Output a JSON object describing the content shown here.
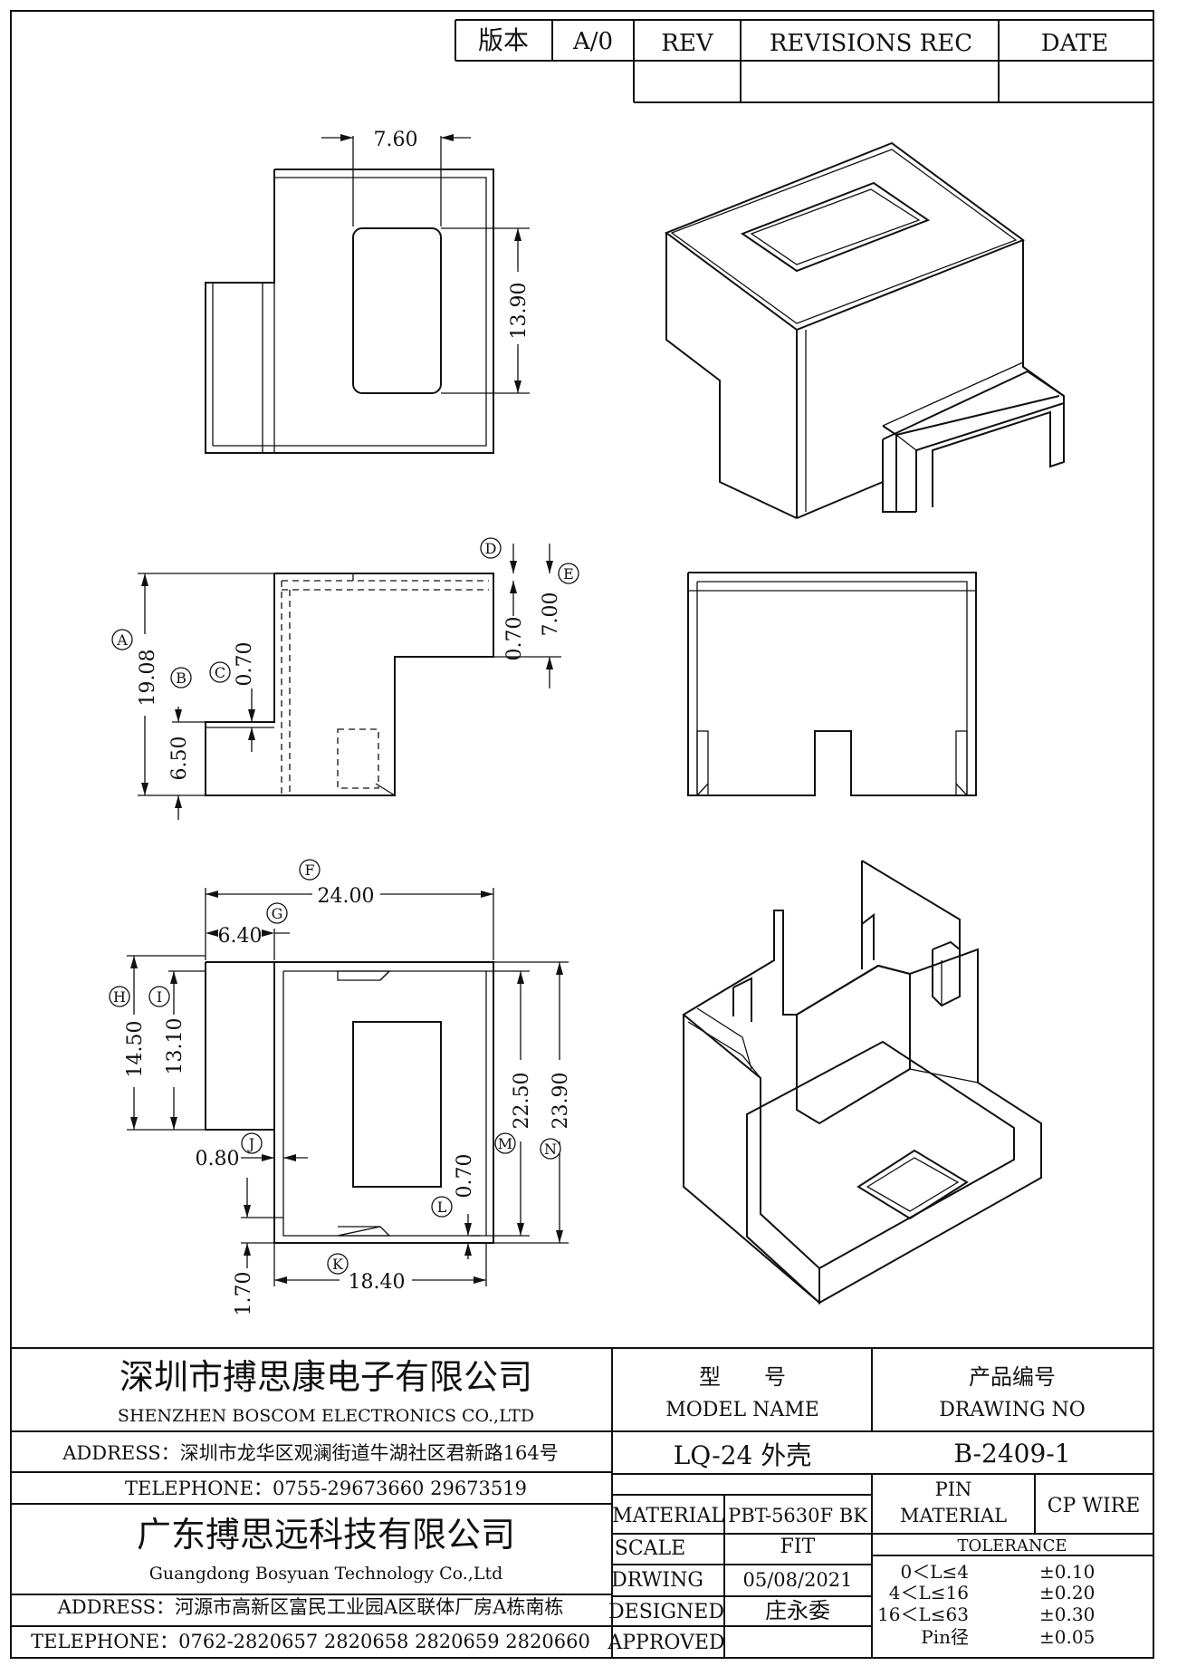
{
  "revision_table": {
    "version_label": "版本",
    "version_value": "A/0",
    "rev_header": "REV",
    "revisions_header": "REVISIONS REC",
    "date_header": "DATE"
  },
  "dimensions": {
    "top_width": "7.60",
    "window_height": "13.90",
    "overall_height": "19.08",
    "step_height": "6.50",
    "wall_c": "0.70",
    "wall_d": "0.70",
    "upper_depth": "7.00",
    "overall_width": "24.00",
    "offset_g": "6.40",
    "height_h": "14.50",
    "height_i": "13.10",
    "gap_j": "0.80",
    "bottom_width": "18.40",
    "offset_bottom": "1.70",
    "wall_l": "0.70",
    "inner_m": "22.50",
    "outer_n": "23.90"
  },
  "callouts": {
    "a": "A",
    "b": "B",
    "c": "C",
    "d": "D",
    "e": "E",
    "f": "F",
    "g": "G",
    "h": "H",
    "i": "I",
    "j": "J",
    "k": "K",
    "l": "L",
    "m": "M",
    "n": "N"
  },
  "title_block": {
    "company1_cn": "深圳市搏思康电子有限公司",
    "company1_en": "SHENZHEN BOSCOM ELECTRONICS CO.,LTD",
    "address1": "ADDRESS：深圳市龙华区观澜街道牛湖社区君新路164号",
    "telephone1": "TELEPHONE：0755-29673660 29673519",
    "company2_cn": "广东搏思远科技有限公司",
    "company2_en": "Guangdong Bosyuan Technology Co.,Ltd",
    "address2": "ADDRESS：河源市高新区富民工业园A区联体厂房A栋南栋",
    "telephone2": "TELEPHONE：0762-2820657 2820658 2820659 2820660",
    "model_label_cn": "型　　号",
    "model_label_en": "MODEL NAME",
    "drawing_no_label_cn": "产品编号",
    "drawing_no_label_en": "DRAWING NO",
    "model_value": "LQ-24 外壳",
    "drawing_no_value": "B-2409-1",
    "material_label": "MATERIAL",
    "material_value": "PBT-5630F BK",
    "pin_material_line1": "PIN",
    "pin_material_line2": "MATERIAL",
    "pin_material_value": "CP WIRE",
    "scale_label": "SCALE",
    "scale_value": "FIT",
    "tolerance_label": "TOLERANCE",
    "drawing_label": "DRWING",
    "drawing_date": "05/08/2021",
    "designed_label": "DESIGNED",
    "designer": "庄永委",
    "approved_label": "APPROVED",
    "tolerances": [
      {
        "range": "0＜L≤4",
        "value": "±0.10"
      },
      {
        "range": "4＜L≤16",
        "value": "±0.20"
      },
      {
        "range": "16＜L≤63",
        "value": "±0.30"
      },
      {
        "range": "Pin径",
        "value": "±0.05"
      }
    ]
  }
}
